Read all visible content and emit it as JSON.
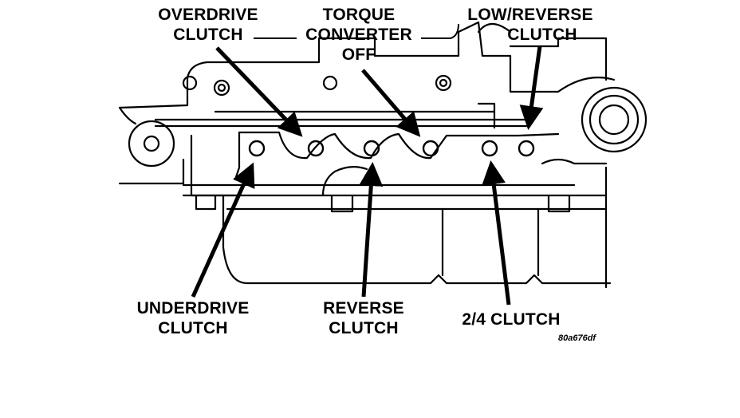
{
  "labels": {
    "overdrive": [
      "OVERDRIVE",
      "CLUTCH"
    ],
    "torque_converter": [
      "TORQUE",
      "CONVERTER",
      "OFF"
    ],
    "low_reverse": [
      "LOW/REVERSE",
      "CLUTCH"
    ],
    "underdrive": [
      "UNDERDRIVE",
      "CLUTCH"
    ],
    "reverse": [
      "REVERSE",
      "CLUTCH"
    ],
    "two_four": "2/4 CLUTCH"
  },
  "figure_id": "80a676df",
  "colors": {
    "ink": "#000000",
    "paper": "#ffffff"
  }
}
